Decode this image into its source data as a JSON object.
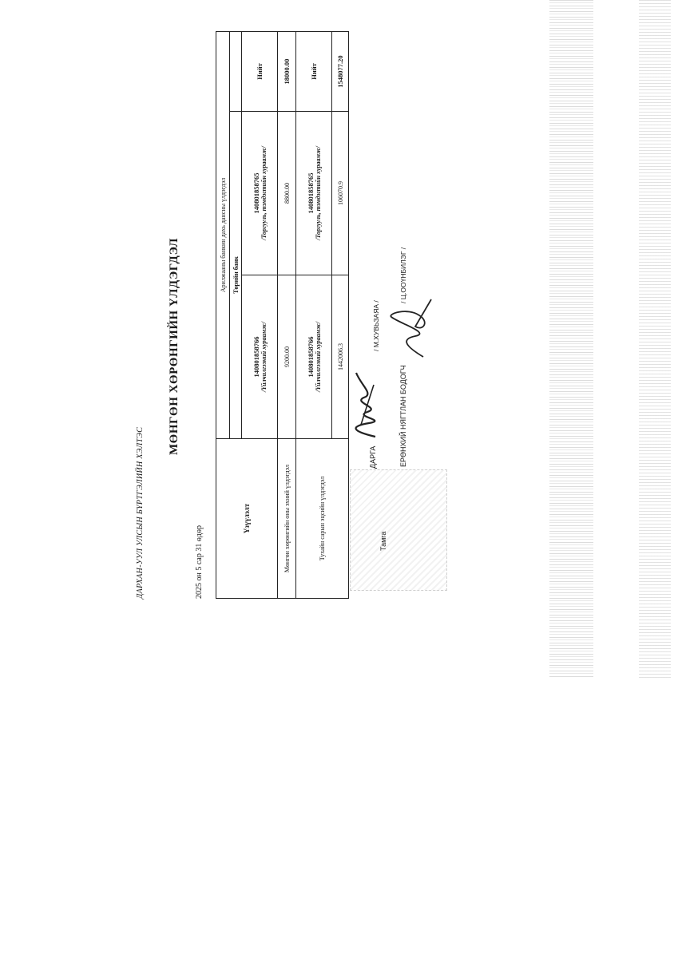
{
  "header": {
    "organization": "ДАРХАН-УУЛ УЛСЫН БҮРТГЭЛИЙН ХЭЛТЭС",
    "title": "МӨНГӨН ХӨРӨНГИЙН ҮЛДЭГДЭЛ",
    "date": "2025 он 5 сар 31 өдөр"
  },
  "table": {
    "indicator_header": "Үзүүлэлт",
    "group_header": "Арилжааны банкин дахь дансны үлдэгдэл",
    "bank_header": "Төрийн банк",
    "accounts": [
      {
        "number": "140801858766",
        "description": "/Үйлчилгээний хураамж/"
      },
      {
        "number": "140801858765",
        "description": "/Торгууль, тэмдэгтийн хураамж/"
      }
    ],
    "accounts_repeat": [
      {
        "number": "140801858766",
        "description": "/Үйлчилгээний хураамж/"
      },
      {
        "number": "140801858765",
        "description": "/Торгууль, тэмдэгтийн хураамж/"
      }
    ],
    "total_label": "Нийт",
    "rows": [
      {
        "label": "Мөнгөн хөрөнгийн оны эхний үлдэгдэл",
        "values": [
          "9200.00",
          "8800.00"
        ],
        "total": "18000.00"
      },
      {
        "label": "Тухайн сарын эцсийн үлдэгдэл",
        "values": [
          "1442006.3",
          "106070.9"
        ],
        "total": "1548077.20"
      }
    ]
  },
  "signatures": {
    "director_role": "ДАРГА",
    "director_name": "/ М.ХУВЬЗАЯА /",
    "accountant_role": "ЕРӨНХИЙ НЯГТЛАН БОДОГЧ",
    "accountant_name": "/ Ц.ООҮНБИЛЭГ /",
    "stamp_label": "Тамга"
  }
}
